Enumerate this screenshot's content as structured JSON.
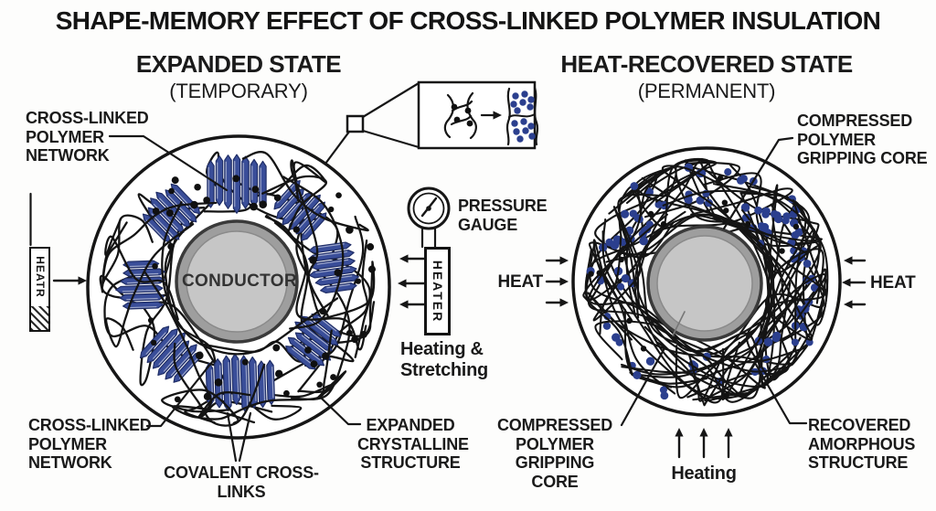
{
  "title": "SHAPE-MEMORY EFFECT OF CROSS-LINKED POLYMER INSULATION",
  "left": {
    "title": "EXPANDED STATE",
    "subtitle": "(TEMPORARY)",
    "conductor": "CONDUCTOR",
    "label_network_top": "CROSS-LINKED\nPOLYMER\nNETWORK",
    "label_network_bottom": "CROSS-LINKED\nPOLYMER\nNETWORK",
    "label_covalent": "COVALENT CROSS-LINKS",
    "label_crystalline": "EXPANDED\nCRYSTALLINE\nSTRUCTURE",
    "heat_box": "HEATR"
  },
  "middle": {
    "pressure_gauge": "PRESSURE\nGAUGE",
    "heater": "HEATER",
    "heating_stretching": "Heating &\nStretching"
  },
  "right": {
    "title": "HEAT-RECOVERED STATE",
    "subtitle": "(PERMANENT)",
    "label_gripping_top": "COMPRESSED\nPOLYMER\nGRIPPING CORE",
    "label_gripping_bottom": "COMPRESSED\nPOLYMER\nGRIPPING CORE",
    "label_amorphous": "RECOVERED\nAMORPHOUS\nSTRUCTURE",
    "heat_left": "HEAT",
    "heat_right": "HEAT",
    "heating": "Heating"
  },
  "colors": {
    "ink": "#161616",
    "crystal_blue": "#3a4e99",
    "crystal_outline": "#1f2d66",
    "dot_blue": "#2b3f8e",
    "conductor_ring": "#9e9e9e",
    "conductor_fill": "#c6c6c6",
    "conductor_edge": "#3a3a3a"
  }
}
